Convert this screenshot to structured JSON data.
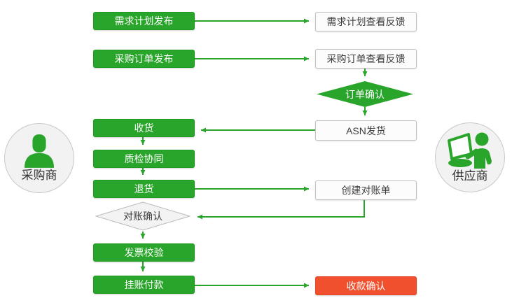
{
  "diagram": {
    "title": "procurement-collaboration-flow",
    "palette": {
      "green": "#2aa52b",
      "green_border": "#1f9a20",
      "red": "#f0502d",
      "white_box_bg": "#fcfcfc",
      "white_box_border": "#c2c2c2",
      "gray_diamond_bg": "#f3f3f3",
      "gray_diamond_border": "#b9b9b9",
      "circle_bg": "#f2f2f2",
      "text_dark": "#3d3d3d"
    },
    "actors": {
      "buyer": {
        "label": "采购商"
      },
      "supplier": {
        "label": "供应商"
      }
    },
    "nodes": {
      "demand_publish": {
        "label": "需求计划发布",
        "type": "process-green"
      },
      "demand_feedback": {
        "label": "需求计划查看反馈",
        "type": "process-white"
      },
      "po_publish": {
        "label": "采购订单发布",
        "type": "process-green"
      },
      "po_feedback": {
        "label": "采购订单查看反馈",
        "type": "process-white"
      },
      "order_confirm": {
        "label": "订单确认",
        "type": "decision-green"
      },
      "receive": {
        "label": "收货",
        "type": "process-green"
      },
      "asn_ship": {
        "label": "ASN发货",
        "type": "process-white"
      },
      "quality_check": {
        "label": "质检协同",
        "type": "process-green"
      },
      "returns": {
        "label": "退货",
        "type": "process-green"
      },
      "create_statement": {
        "label": "创建对账单",
        "type": "process-white"
      },
      "statement_confirm": {
        "label": "对账确认",
        "type": "decision-gray"
      },
      "invoice_check": {
        "label": "发票校验",
        "type": "process-green"
      },
      "payment": {
        "label": "挂账付款",
        "type": "process-green"
      },
      "receipt_confirm": {
        "label": "收款确认",
        "type": "terminal-red"
      }
    }
  }
}
